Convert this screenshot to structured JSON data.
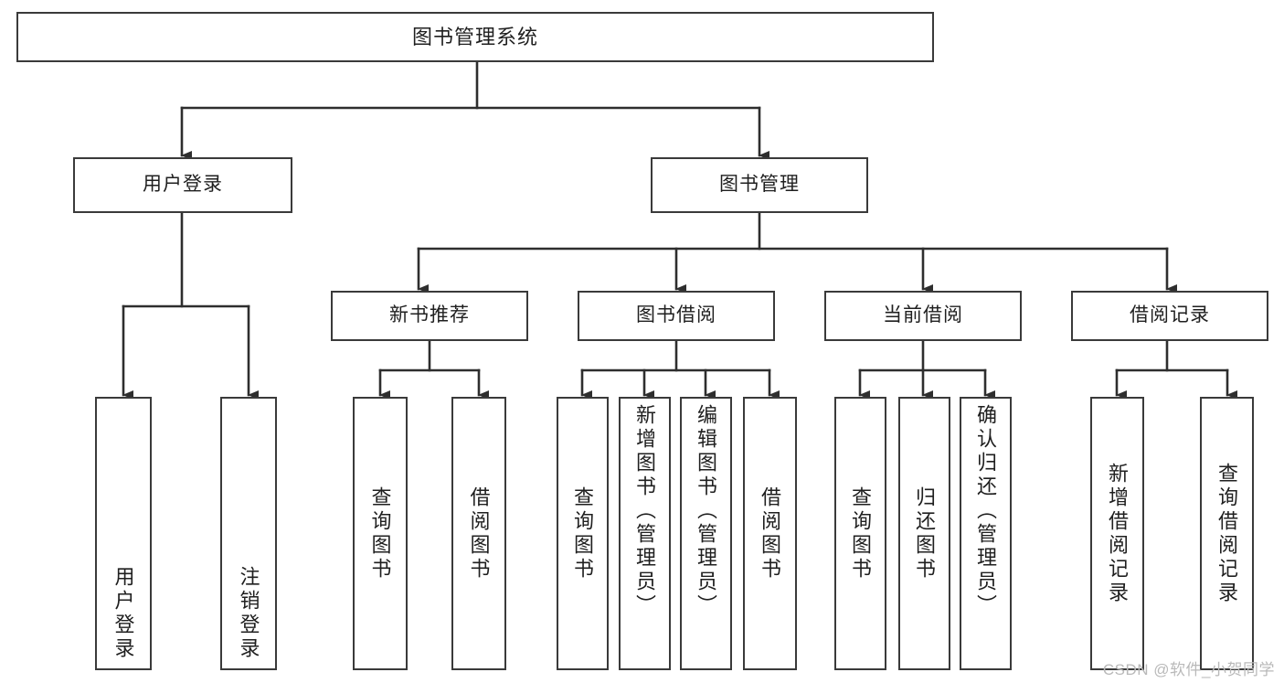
{
  "diagram": {
    "type": "tree",
    "title": "图书管理系统",
    "root": {
      "label": "图书管理系统"
    },
    "level2": [
      {
        "label": "用户登录"
      },
      {
        "label": "图书管理"
      }
    ],
    "level3": [
      {
        "label": "新书推荐"
      },
      {
        "label": "图书借阅"
      },
      {
        "label": "当前借阅"
      },
      {
        "label": "借阅记录"
      }
    ],
    "leaves": {
      "user_login": [
        {
          "label": "用户登录"
        },
        {
          "label": "注销登录"
        }
      ],
      "new_book_recommend": [
        {
          "label": "查询图书"
        },
        {
          "label": "借阅图书"
        }
      ],
      "book_borrow": [
        {
          "label": "查询图书"
        },
        {
          "label": "新增图书（管理员）"
        },
        {
          "label": "编辑图书（管理员）"
        },
        {
          "label": "借阅图书"
        }
      ],
      "current_borrow": [
        {
          "label": "查询图书"
        },
        {
          "label": "归还图书"
        },
        {
          "label": "确认归还（管理员）"
        }
      ],
      "borrow_record": [
        {
          "label": "新增借阅记录"
        },
        {
          "label": "查询借阅记录"
        }
      ]
    }
  },
  "watermark": {
    "text": "CSDN @软件_小贺同学"
  },
  "colors": {
    "box_border": "#3a3a3a",
    "box_fill": "#ffffff",
    "connector": "#2e2e2e",
    "text": "#1f1f1f",
    "watermark": "#b9b9b9"
  }
}
